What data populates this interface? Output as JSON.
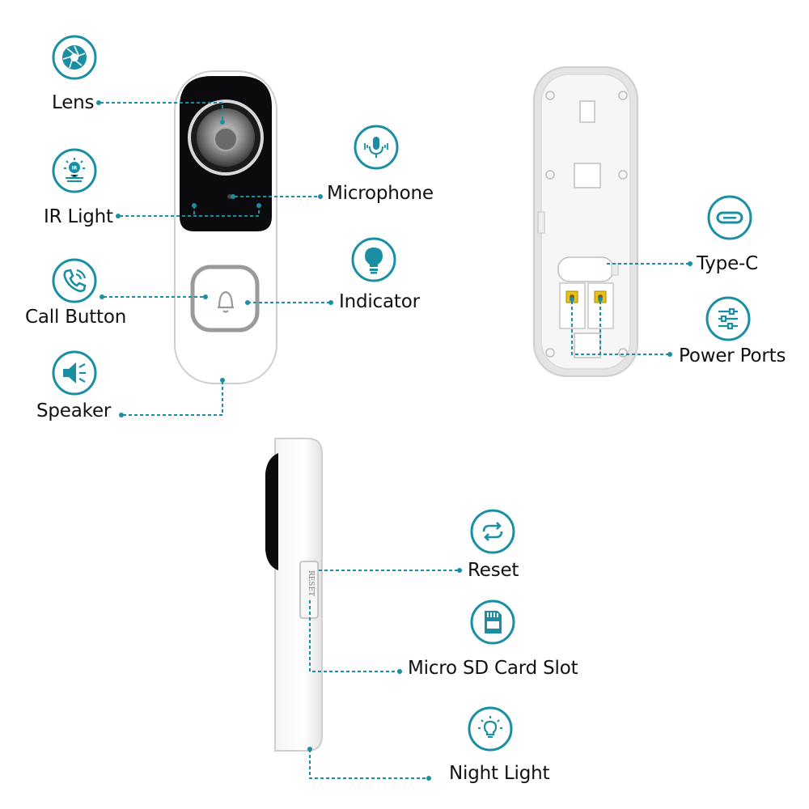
{
  "callouts": {
    "lens": "Lens",
    "ir_light": "IR Light",
    "call_button": "Call Button",
    "speaker": "Speaker",
    "microphone": "Microphone",
    "indicator": "Indicator",
    "type_c": "Type-C",
    "power_ports": "Power Ports",
    "reset": "Reset",
    "micro_sd": "Micro SD Card Slot",
    "night_light": "Night Light"
  },
  "device_side_label": "RESET",
  "colors": {
    "accent": "#1a8fa3",
    "device_body": "#ffffff",
    "device_outline": "#c8c8c8",
    "camera_face": "#0b0b0d",
    "back_plate": "#f1f1f1",
    "port_gold": "#e0b400"
  },
  "icons": {
    "lens": "aperture-icon",
    "ir_light": "ir-light-icon",
    "call_button": "phone-call-icon",
    "speaker": "speaker-icon",
    "microphone": "microphone-icon",
    "indicator": "lightbulb-icon",
    "type_c": "usb-type-c-icon",
    "power_ports": "sliders-icon",
    "reset": "reset-icon",
    "micro_sd": "sd-card-icon",
    "night_light": "night-light-icon"
  }
}
